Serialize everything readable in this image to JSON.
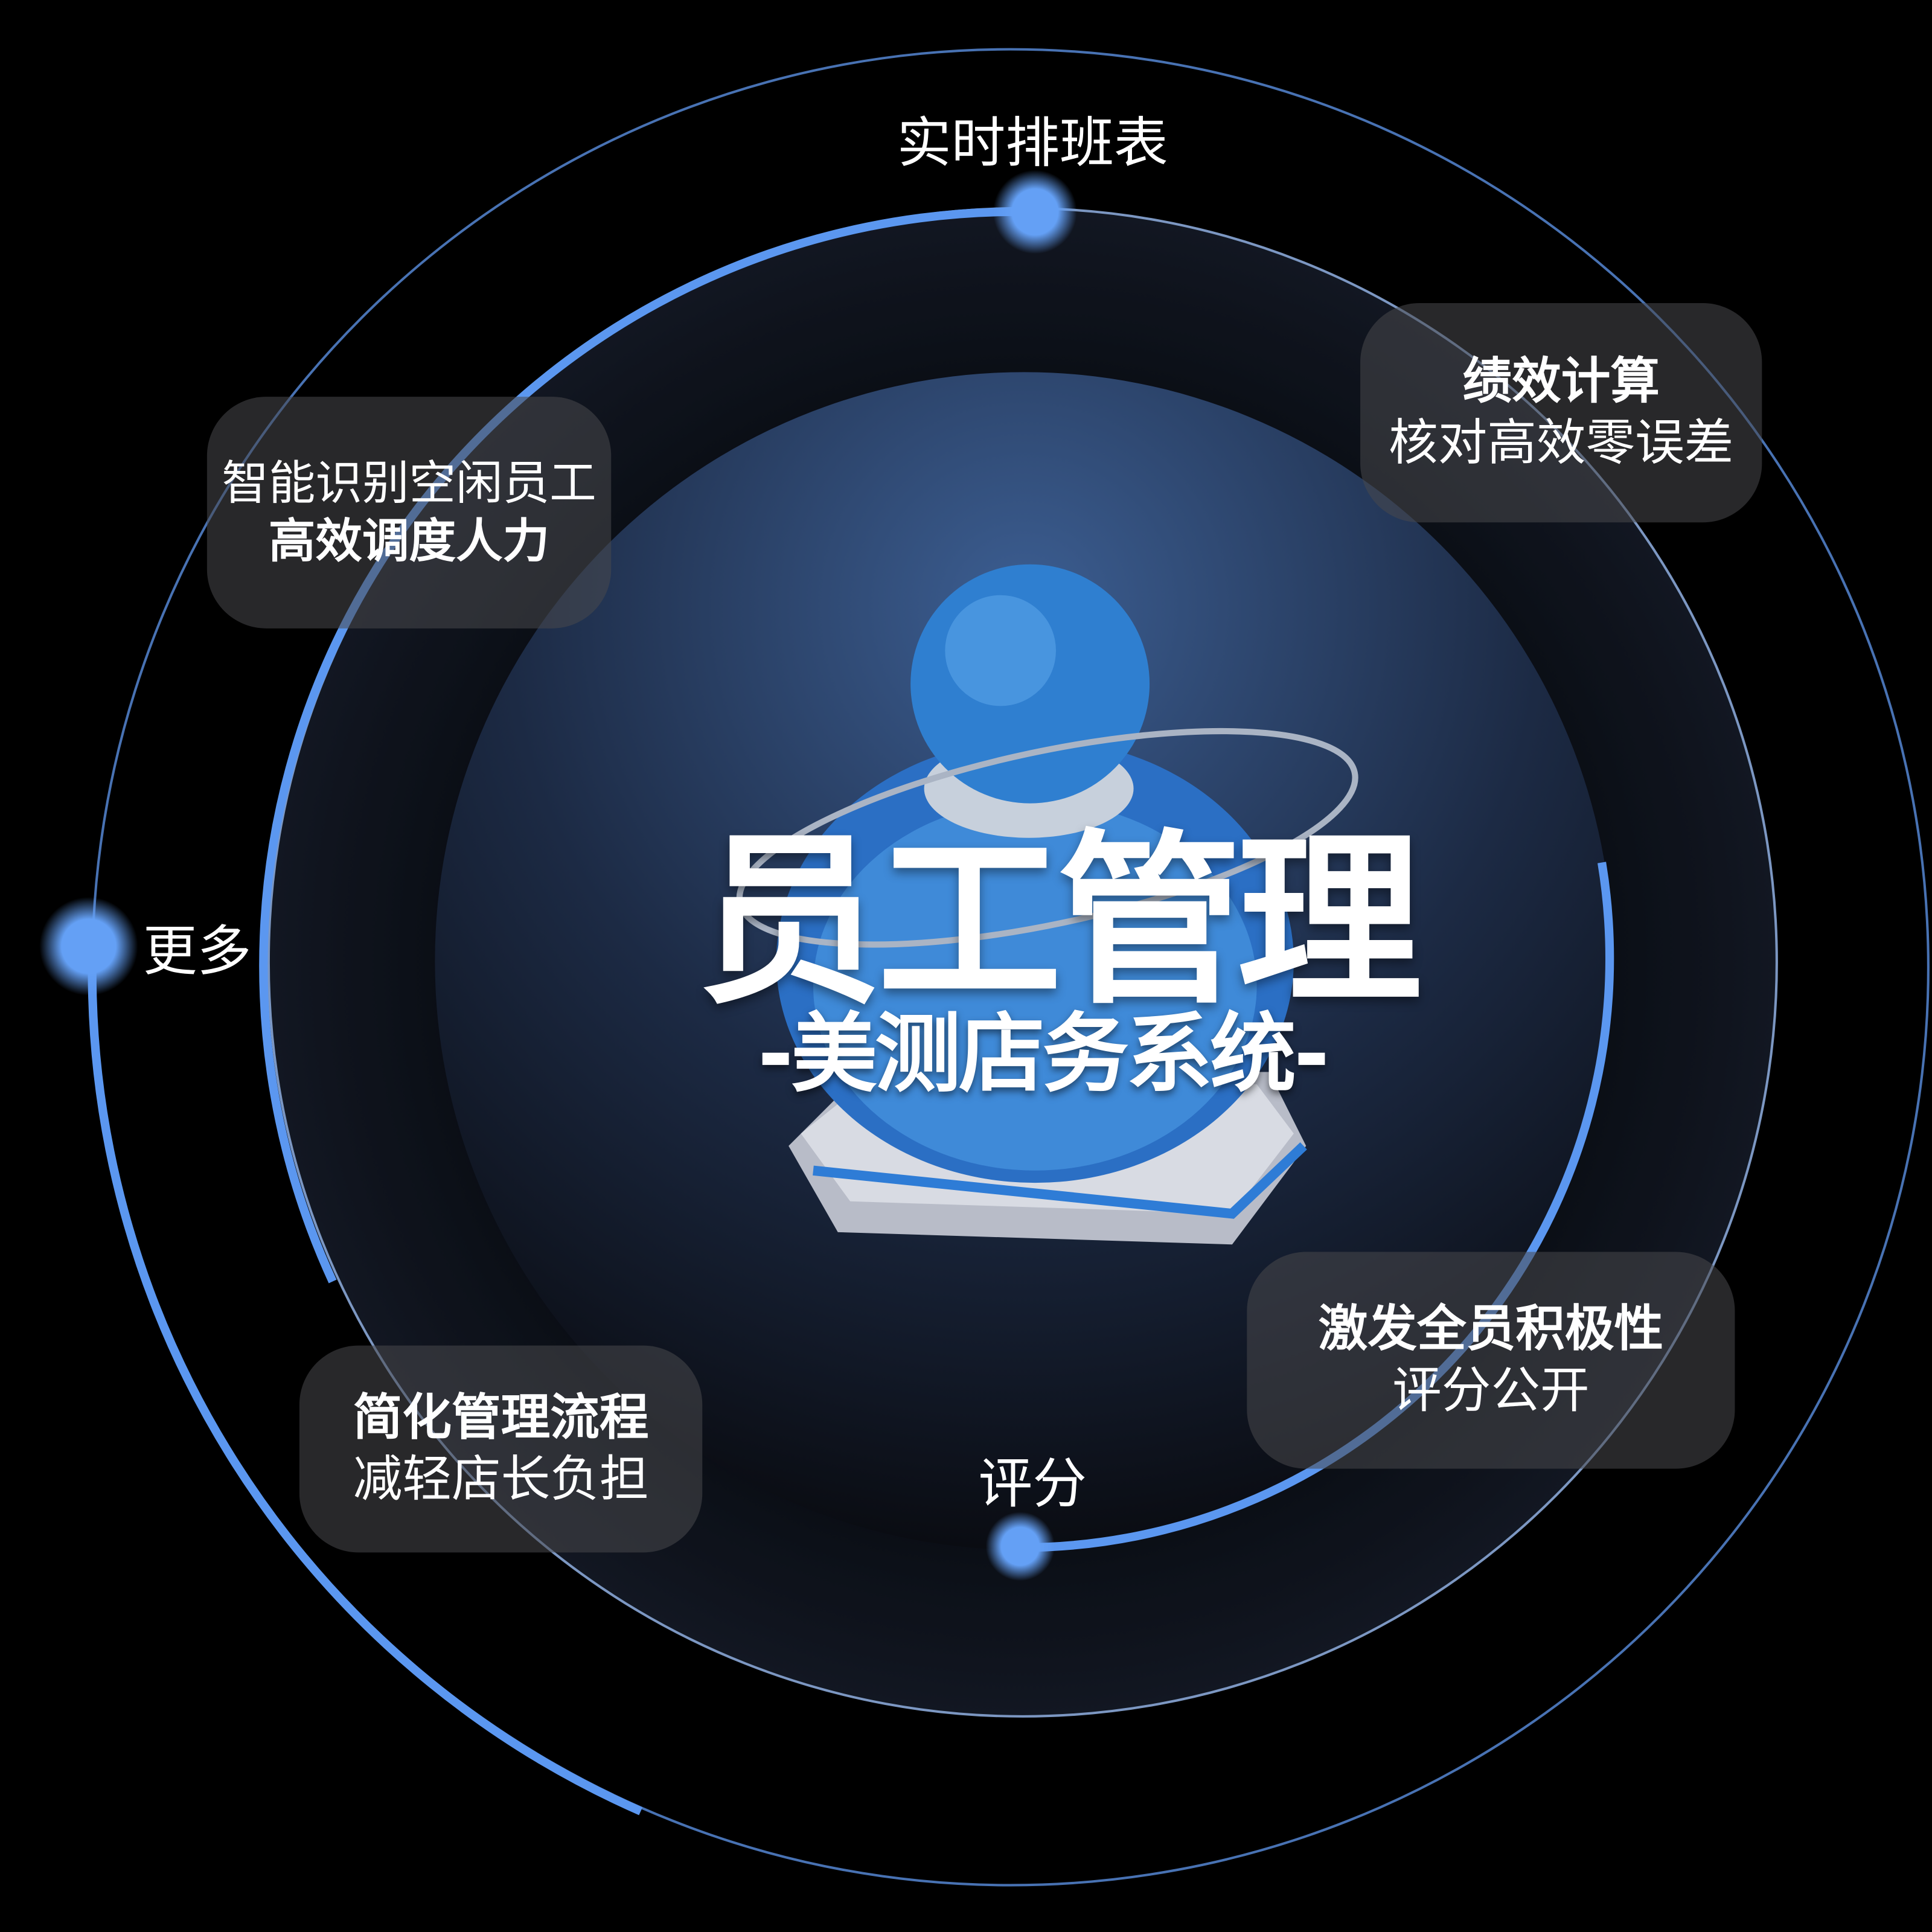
{
  "nodes": {
    "top": "实时排班表",
    "left": "更多",
    "bottom": "评分"
  },
  "cards": [
    {
      "line1": "智能识别空闲员工",
      "line2": "高效调度人力"
    },
    {
      "line1": "绩效计算",
      "line2": "核对高效零误差"
    },
    {
      "line1": "激发全员积极性",
      "line2": "评分公开"
    },
    {
      "line1": "简化管理流程",
      "line2": "减轻店长负担"
    }
  ],
  "center": {
    "title": "员工管理",
    "subtitle": "-美测店务系统-"
  },
  "colors": {
    "accent": "#5b97f0",
    "background": "#000000"
  }
}
